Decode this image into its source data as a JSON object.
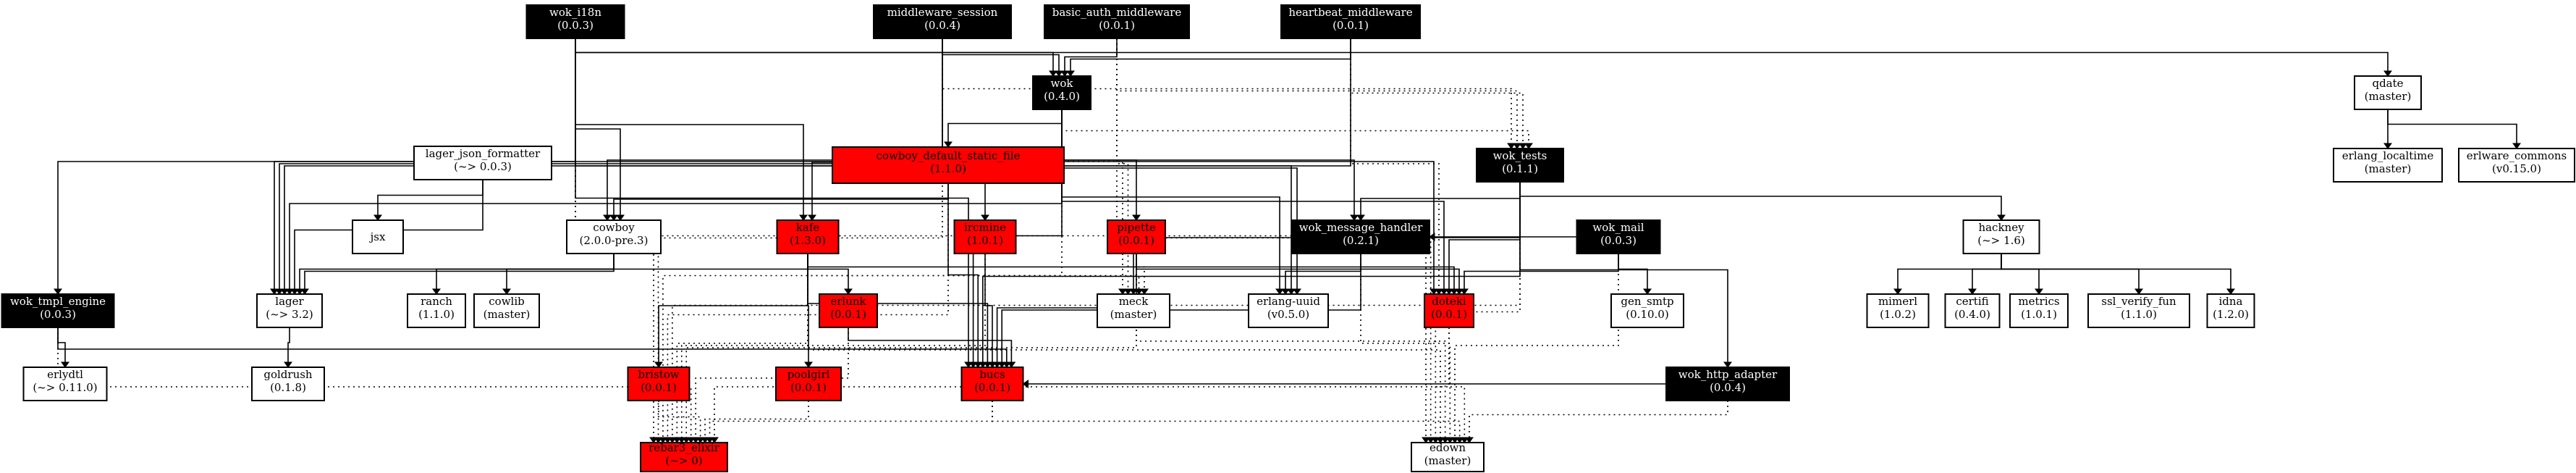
{
  "graph": {
    "nodes": [
      {
        "id": "wok_i18n",
        "label": "wok_i18n",
        "version": "(0.0.3)",
        "style": "black"
      },
      {
        "id": "middleware_session",
        "label": "middleware_session",
        "version": "(0.0.4)",
        "style": "black"
      },
      {
        "id": "basic_auth_middleware",
        "label": "basic_auth_middleware",
        "version": "(0.0.1)",
        "style": "black"
      },
      {
        "id": "heartbeat_middleware",
        "label": "heartbeat_middleware",
        "version": "(0.0.1)",
        "style": "black"
      },
      {
        "id": "wok",
        "label": "wok",
        "version": "(0.4.0)",
        "style": "black"
      },
      {
        "id": "qdate",
        "label": "qdate",
        "version": "(master)",
        "style": "white"
      },
      {
        "id": "lager_json_formatter",
        "label": "lager_json_formatter",
        "version": "(~> 0.0.3)",
        "style": "white"
      },
      {
        "id": "cowboy_default_static_file",
        "label": "cowboy_default_static_file",
        "version": "(1.1.0)",
        "style": "red"
      },
      {
        "id": "wok_tests",
        "label": "wok_tests",
        "version": "(0.1.1)",
        "style": "black"
      },
      {
        "id": "erlang_localtime",
        "label": "erlang_localtime",
        "version": "(master)",
        "style": "white"
      },
      {
        "id": "erlware_commons",
        "label": "erlware_commons",
        "version": "(v0.15.0)",
        "style": "white"
      },
      {
        "id": "jsx",
        "label": "jsx",
        "version": "",
        "style": "white"
      },
      {
        "id": "cowboy",
        "label": "cowboy",
        "version": "(2.0.0-pre.3)",
        "style": "white"
      },
      {
        "id": "kafe",
        "label": "kafe",
        "version": "(1.3.0)",
        "style": "red"
      },
      {
        "id": "erlgreen",
        "label": "ircmine",
        "version": "(1.0.1)",
        "style": "red"
      },
      {
        "id": "pipette",
        "label": "pipette",
        "version": "(0.0.1)",
        "style": "red"
      },
      {
        "id": "wok_message_handler",
        "label": "wok_message_handler",
        "version": "(0.2.1)",
        "style": "black"
      },
      {
        "id": "wok_mail",
        "label": "wok_mail",
        "version": "(0.0.3)",
        "style": "black"
      },
      {
        "id": "hackney",
        "label": "hackney",
        "version": "(~> 1.6)",
        "style": "white"
      },
      {
        "id": "wok_tmpl_engine",
        "label": "wok_tmpl_engine",
        "version": "(0.0.3)",
        "style": "black"
      },
      {
        "id": "lager",
        "label": "lager",
        "version": "(~> 3.2)",
        "style": "white"
      },
      {
        "id": "ranch",
        "label": "ranch",
        "version": "(1.1.0)",
        "style": "white"
      },
      {
        "id": "cowlib",
        "label": "cowlib",
        "version": "(master)",
        "style": "white"
      },
      {
        "id": "erlunk",
        "label": "erlunk",
        "version": "(0.0.1)",
        "style": "red"
      },
      {
        "id": "meck",
        "label": "meck",
        "version": "(master)",
        "style": "white"
      },
      {
        "id": "erlang_uuid",
        "label": "erlang-uuid",
        "version": "(v0.5.0)",
        "style": "white"
      },
      {
        "id": "doteki",
        "label": "doteki",
        "version": "(0.0.1)",
        "style": "red"
      },
      {
        "id": "gen_smtp",
        "label": "gen_smtp",
        "version": "(0.10.0)",
        "style": "white"
      },
      {
        "id": "mimerl",
        "label": "mimerl",
        "version": "(1.0.2)",
        "style": "white"
      },
      {
        "id": "certifi",
        "label": "certifi",
        "version": "(0.4.0)",
        "style": "white"
      },
      {
        "id": "metrics",
        "label": "metrics",
        "version": "(1.0.1)",
        "style": "white"
      },
      {
        "id": "ssl_verify_fun",
        "label": "ssl_verify_fun",
        "version": "(1.1.0)",
        "style": "white"
      },
      {
        "id": "idna",
        "label": "idna",
        "version": "(1.2.0)",
        "style": "white"
      },
      {
        "id": "erlydtl",
        "label": "erlydtl",
        "version": "(~> 0.11.0)",
        "style": "white"
      },
      {
        "id": "goldrush",
        "label": "goldrush",
        "version": "(0.1.8)",
        "style": "white"
      },
      {
        "id": "bristow",
        "label": "bristow",
        "version": "(0.0.1)",
        "style": "red"
      },
      {
        "id": "poolgirl",
        "label": "poolgirl",
        "version": "(0.0.1)",
        "style": "red"
      },
      {
        "id": "bucs",
        "label": "bucs",
        "version": "(0.0.1)",
        "style": "red"
      },
      {
        "id": "wok_http_adapter",
        "label": "wok_http_adapter",
        "version": "(0.0.4)",
        "style": "black"
      },
      {
        "id": "rebar3_elixir",
        "label": "rebar3_elixir",
        "version": "(~> 0)",
        "style": "red"
      },
      {
        "id": "edown",
        "label": "edown",
        "version": "(master)",
        "style": "white"
      }
    ],
    "edges": [
      {
        "from": "wok_i18n",
        "to": "wok_tmpl_engine",
        "dotted": false
      },
      {
        "from": "wok_i18n",
        "to": "lager",
        "dotted": false
      },
      {
        "from": "wok_i18n",
        "to": "wok",
        "dotted": false
      },
      {
        "from": "wok_i18n",
        "to": "kafe",
        "dotted": false
      },
      {
        "from": "wok_i18n",
        "to": "bucs",
        "dotted": false
      },
      {
        "from": "wok_i18n",
        "to": "doteki",
        "dotted": false
      },
      {
        "from": "wok_i18n",
        "to": "rebar3_elixir",
        "dotted": true
      },
      {
        "from": "wok_i18n",
        "to": "edown",
        "dotted": true
      },
      {
        "from": "middleware_session",
        "to": "wok",
        "dotted": false
      },
      {
        "from": "middleware_session",
        "to": "lager",
        "dotted": false
      },
      {
        "from": "middleware_session",
        "to": "wok_tests",
        "dotted": true
      },
      {
        "from": "middleware_session",
        "to": "meck",
        "dotted": true
      },
      {
        "from": "middleware_session",
        "to": "rebar3_elixir",
        "dotted": true
      },
      {
        "from": "basic_auth_middleware",
        "to": "wok",
        "dotted": false
      },
      {
        "from": "basic_auth_middleware",
        "to": "wok_tests",
        "dotted": true
      },
      {
        "from": "basic_auth_middleware",
        "to": "meck",
        "dotted": true
      },
      {
        "from": "basic_auth_middleware",
        "to": "edown",
        "dotted": true
      },
      {
        "from": "heartbeat_middleware",
        "to": "wok",
        "dotted": false
      },
      {
        "from": "heartbeat_middleware",
        "to": "lager",
        "dotted": false
      },
      {
        "from": "heartbeat_middleware",
        "to": "doteki",
        "dotted": true
      },
      {
        "from": "heartbeat_middleware",
        "to": "wok_tests",
        "dotted": true
      },
      {
        "from": "wok",
        "to": "lager",
        "dotted": false
      },
      {
        "from": "wok",
        "to": "cowboy",
        "dotted": false
      },
      {
        "from": "wok",
        "to": "cowboy_default_static_file",
        "dotted": false
      },
      {
        "from": "wok",
        "to": "kafe",
        "dotted": false
      },
      {
        "from": "wok",
        "to": "erlgreen",
        "dotted": false
      },
      {
        "from": "wok",
        "to": "pipette",
        "dotted": false
      },
      {
        "from": "wok",
        "to": "wok_message_handler",
        "dotted": false
      },
      {
        "from": "wok",
        "to": "erlang_uuid",
        "dotted": false
      },
      {
        "from": "wok",
        "to": "doteki",
        "dotted": false
      },
      {
        "from": "wok",
        "to": "bucs",
        "dotted": false
      },
      {
        "from": "wok",
        "to": "wok_tests",
        "dotted": true
      },
      {
        "from": "wok",
        "to": "rebar3_elixir",
        "dotted": true
      },
      {
        "from": "wok_i18n",
        "to": "qdate",
        "dotted": false
      },
      {
        "from": "qdate",
        "to": "erlang_localtime",
        "dotted": false
      },
      {
        "from": "qdate",
        "to": "erlware_commons",
        "dotted": false
      },
      {
        "from": "lager_json_formatter",
        "to": "jsx",
        "dotted": false
      },
      {
        "from": "lager_json_formatter",
        "to": "lager",
        "dotted": false
      },
      {
        "from": "cowboy_default_static_file",
        "to": "cowboy",
        "dotted": false
      },
      {
        "from": "cowboy_default_static_file",
        "to": "bucs",
        "dotted": false
      },
      {
        "from": "cowboy_default_static_file",
        "to": "rebar3_elixir",
        "dotted": true
      },
      {
        "from": "wok_tests",
        "to": "wok_message_handler",
        "dotted": false
      },
      {
        "from": "wok_tests",
        "to": "hackney",
        "dotted": false
      },
      {
        "from": "wok_tests",
        "to": "doteki",
        "dotted": false
      },
      {
        "from": "wok_tests",
        "to": "meck",
        "dotted": false
      },
      {
        "from": "wok_tests",
        "to": "wok_http_adapter",
        "dotted": false
      },
      {
        "from": "wok_tests",
        "to": "bucs",
        "dotted": false
      },
      {
        "from": "wok_tests",
        "to": "edown",
        "dotted": true
      },
      {
        "from": "wok_tests",
        "to": "rebar3_elixir",
        "dotted": true
      },
      {
        "from": "cowboy",
        "to": "ranch",
        "dotted": false
      },
      {
        "from": "cowboy",
        "to": "cowlib",
        "dotted": false
      },
      {
        "from": "kafe",
        "to": "lager",
        "dotted": false
      },
      {
        "from": "kafe",
        "to": "erlunk",
        "dotted": false
      },
      {
        "from": "kafe",
        "to": "bristow",
        "dotted": false
      },
      {
        "from": "kafe",
        "to": "poolgirl",
        "dotted": false
      },
      {
        "from": "kafe",
        "to": "bucs",
        "dotted": false
      },
      {
        "from": "kafe",
        "to": "doteki",
        "dotted": false
      },
      {
        "from": "kafe",
        "to": "meck",
        "dotted": true
      },
      {
        "from": "kafe",
        "to": "rebar3_elixir",
        "dotted": true
      },
      {
        "from": "kafe",
        "to": "edown",
        "dotted": true
      },
      {
        "from": "erlgreen",
        "to": "bucs",
        "dotted": false
      },
      {
        "from": "erlgreen",
        "to": "rebar3_elixir",
        "dotted": true
      },
      {
        "from": "pipette",
        "to": "bucs",
        "dotted": false
      },
      {
        "from": "pipette",
        "to": "doteki",
        "dotted": false
      },
      {
        "from": "pipette",
        "to": "meck",
        "dotted": true
      },
      {
        "from": "pipette",
        "to": "rebar3_elixir",
        "dotted": true
      },
      {
        "from": "pipette",
        "to": "edown",
        "dotted": true
      },
      {
        "from": "wok_message_handler",
        "to": "erlang_uuid",
        "dotted": false
      },
      {
        "from": "wok_message_handler",
        "to": "bucs",
        "dotted": false
      },
      {
        "from": "wok_message_handler",
        "to": "edown",
        "dotted": true
      },
      {
        "from": "wok_mail",
        "to": "gen_smtp",
        "dotted": false
      },
      {
        "from": "wok_mail",
        "to": "doteki",
        "dotted": false
      },
      {
        "from": "wok_mail",
        "to": "wok_message_handler",
        "dotted": false
      },
      {
        "from": "wok_mail",
        "to": "edown",
        "dotted": true
      },
      {
        "from": "hackney",
        "to": "mimerl",
        "dotted": false
      },
      {
        "from": "hackney",
        "to": "certifi",
        "dotted": false
      },
      {
        "from": "hackney",
        "to": "metrics",
        "dotted": false
      },
      {
        "from": "hackney",
        "to": "ssl_verify_fun",
        "dotted": false
      },
      {
        "from": "hackney",
        "to": "idna",
        "dotted": false
      },
      {
        "from": "wok_tmpl_engine",
        "to": "erlydtl",
        "dotted": false
      },
      {
        "from": "wok_tmpl_engine",
        "to": "bucs",
        "dotted": false
      },
      {
        "from": "wok_tmpl_engine",
        "to": "rebar3_elixir",
        "dotted": true
      },
      {
        "from": "lager",
        "to": "goldrush",
        "dotted": false
      },
      {
        "from": "erlunk",
        "to": "bucs",
        "dotted": false
      },
      {
        "from": "erlunk",
        "to": "rebar3_elixir",
        "dotted": true
      },
      {
        "from": "bristow",
        "to": "rebar3_elixir",
        "dotted": true
      },
      {
        "from": "poolgirl",
        "to": "rebar3_elixir",
        "dotted": true
      },
      {
        "from": "bucs",
        "to": "rebar3_elixir",
        "dotted": true
      },
      {
        "from": "bucs",
        "to": "edown",
        "dotted": true
      },
      {
        "from": "doteki",
        "to": "rebar3_elixir",
        "dotted": true
      },
      {
        "from": "doteki",
        "to": "edown",
        "dotted": true
      },
      {
        "from": "wok_http_adapter",
        "to": "bucs",
        "dotted": false
      },
      {
        "from": "wok_http_adapter",
        "to": "edown",
        "dotted": true
      },
      {
        "from": "cowboy",
        "to": "lager",
        "dotted": false
      },
      {
        "from": "wok_i18n",
        "to": "cowboy",
        "dotted": false
      },
      {
        "from": "wok_i18n",
        "to": "erlang_uuid",
        "dotted": false
      },
      {
        "from": "middleware_session",
        "to": "erlang_uuid",
        "dotted": false
      }
    ]
  }
}
